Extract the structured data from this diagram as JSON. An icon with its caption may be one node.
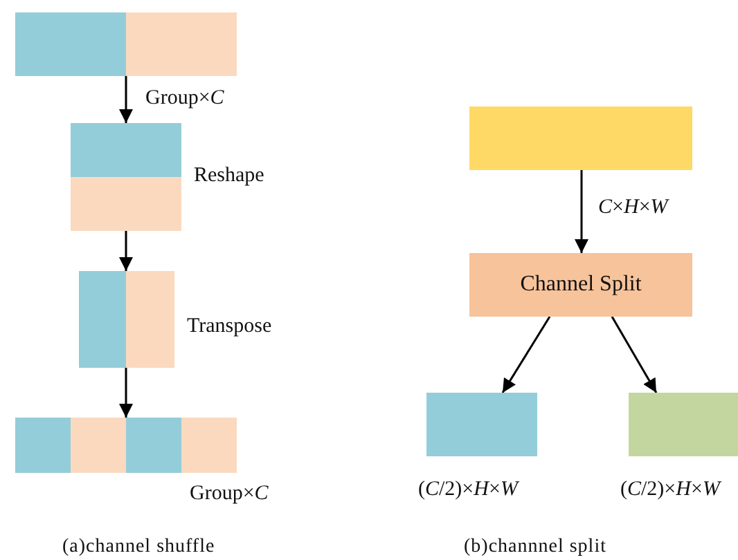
{
  "diagram": {
    "nodes": [
      {
        "text": [],
        "shape": "box"
      },
      {
        "text": [],
        "shape": "box",
        "beside": [
          "Reshape"
        ]
      },
      {
        "text": [],
        "shape": "box",
        "beside": [
          "Transpose"
        ]
      },
      {
        "text": [],
        "shape": "box",
        "beside": [
          "Group×*C*"
        ]
      },
      {
        "text": [],
        "shape": "box"
      },
      {
        "text": [
          "Channel Split"
        ]
      },
      {
        "text": [],
        "shape": "box",
        "beside": [
          "(*C*/2)×*H*×*W*"
        ]
      },
      {
        "text": [],
        "shape": "box",
        "beside": [
          "(*C*/2)×*H*×*W*"
        ]
      }
    ],
    "edges": [
      {
        "from": 0,
        "to": 1,
        "arrow": "to",
        "label": "Group×*C*"
      },
      {
        "from": 1,
        "to": 2,
        "arrow": "to"
      },
      {
        "from": 2,
        "to": 3,
        "arrow": "to"
      },
      {
        "from": 4,
        "to": 5,
        "arrow": "to",
        "label": "*C*×*H*×*W*"
      },
      {
        "from": 5,
        "to": 6,
        "arrow": "to"
      },
      {
        "from": 5,
        "to": 7,
        "arrow": "to"
      }
    ],
    "labels": [
      "(a)channel shuffle",
      "(b)channnel split"
    ]
  }
}
